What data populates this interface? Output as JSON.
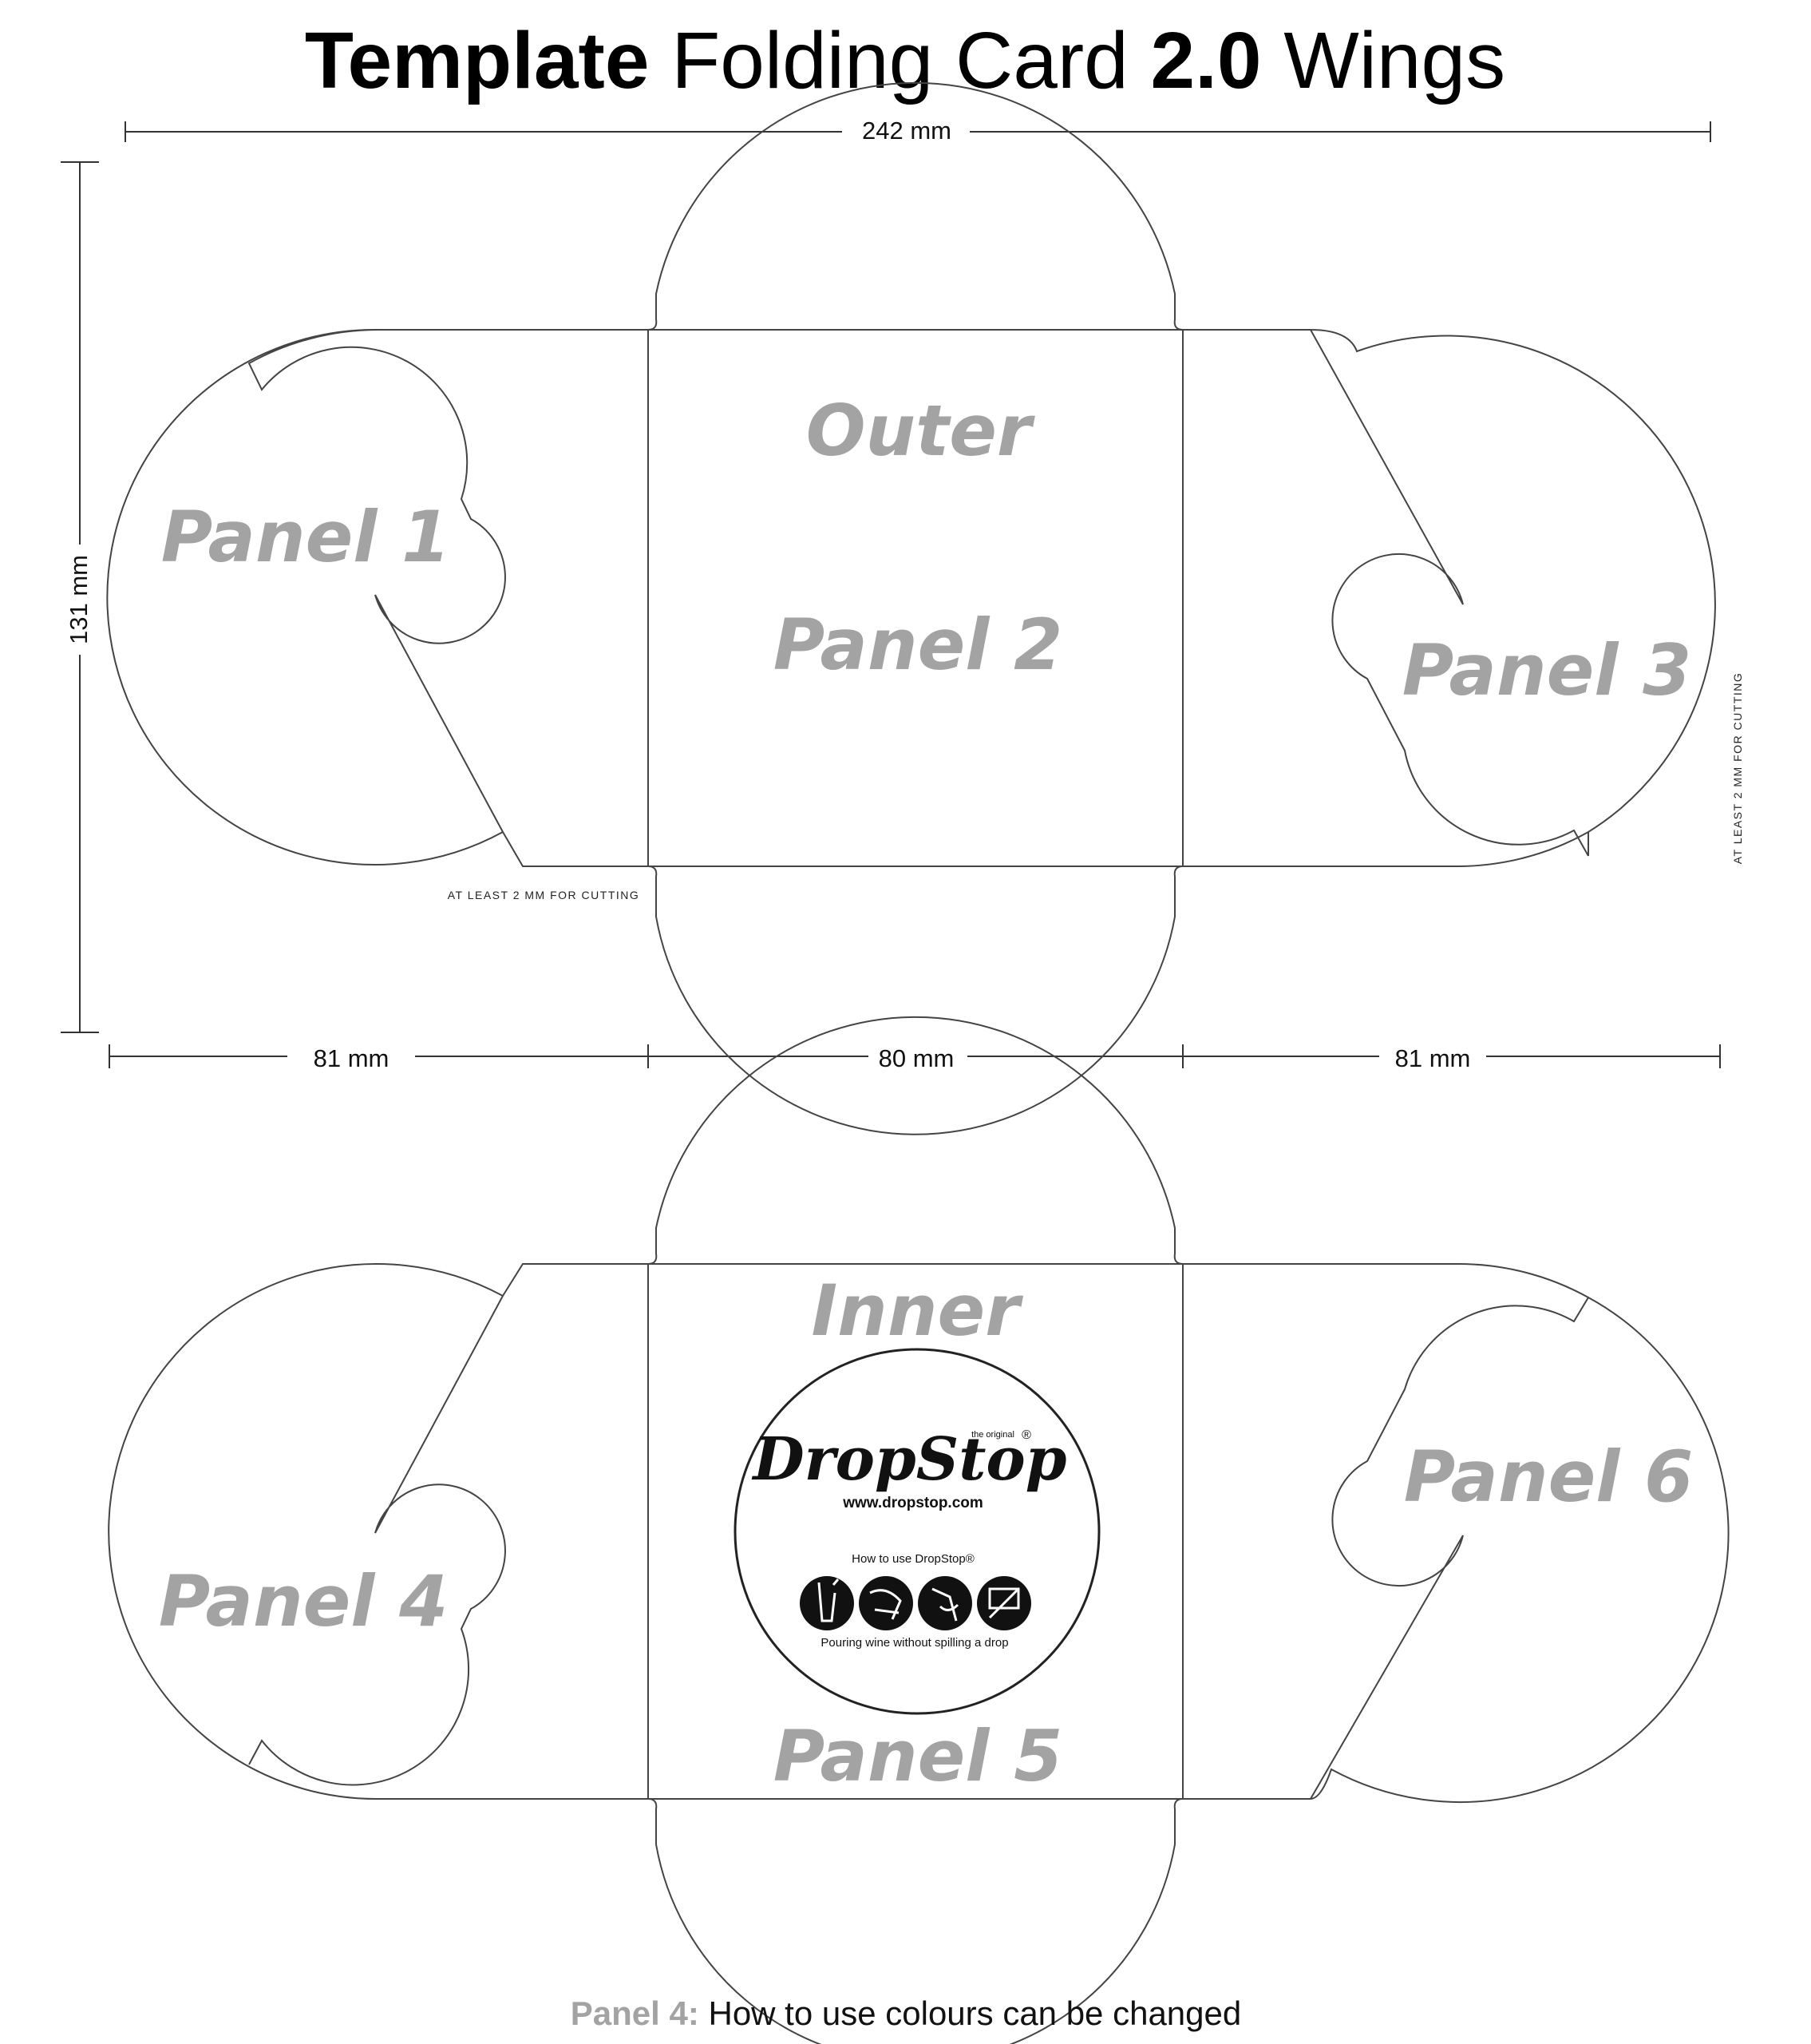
{
  "title": {
    "part1": "Template",
    "part2": " Folding Card ",
    "part3": "2.0",
    "part4": " Wings"
  },
  "dimensions": {
    "width_total": "242 mm",
    "height_total": "131 mm",
    "left": "81 mm",
    "middle": "80 mm",
    "right": "81 mm"
  },
  "outer": {
    "label": "Outer",
    "panels": [
      "Panel 1",
      "Panel 2",
      "Panel 3"
    ]
  },
  "inner": {
    "label": "Inner",
    "panels": [
      "Panel 4",
      "Panel 5",
      "Panel 6"
    ]
  },
  "notes": {
    "cutting_horizontal": "AT LEAST 2 MM FOR CUTTING",
    "cutting_vertical": "AT LEAST 2 MM FOR CUTTING"
  },
  "logo": {
    "brand": "DropStop",
    "tagline": "the original",
    "registered": "®",
    "url": "www.dropstop.com",
    "how_to": "How to use DropStop®",
    "subtitle": "Pouring wine without spilling a drop",
    "step_icons": [
      "step-1-icon",
      "step-2-icon",
      "step-3-icon",
      "step-4-icon"
    ]
  },
  "footer": {
    "highlight": "Panel 4:",
    "text": " How to use colours can be changed"
  }
}
